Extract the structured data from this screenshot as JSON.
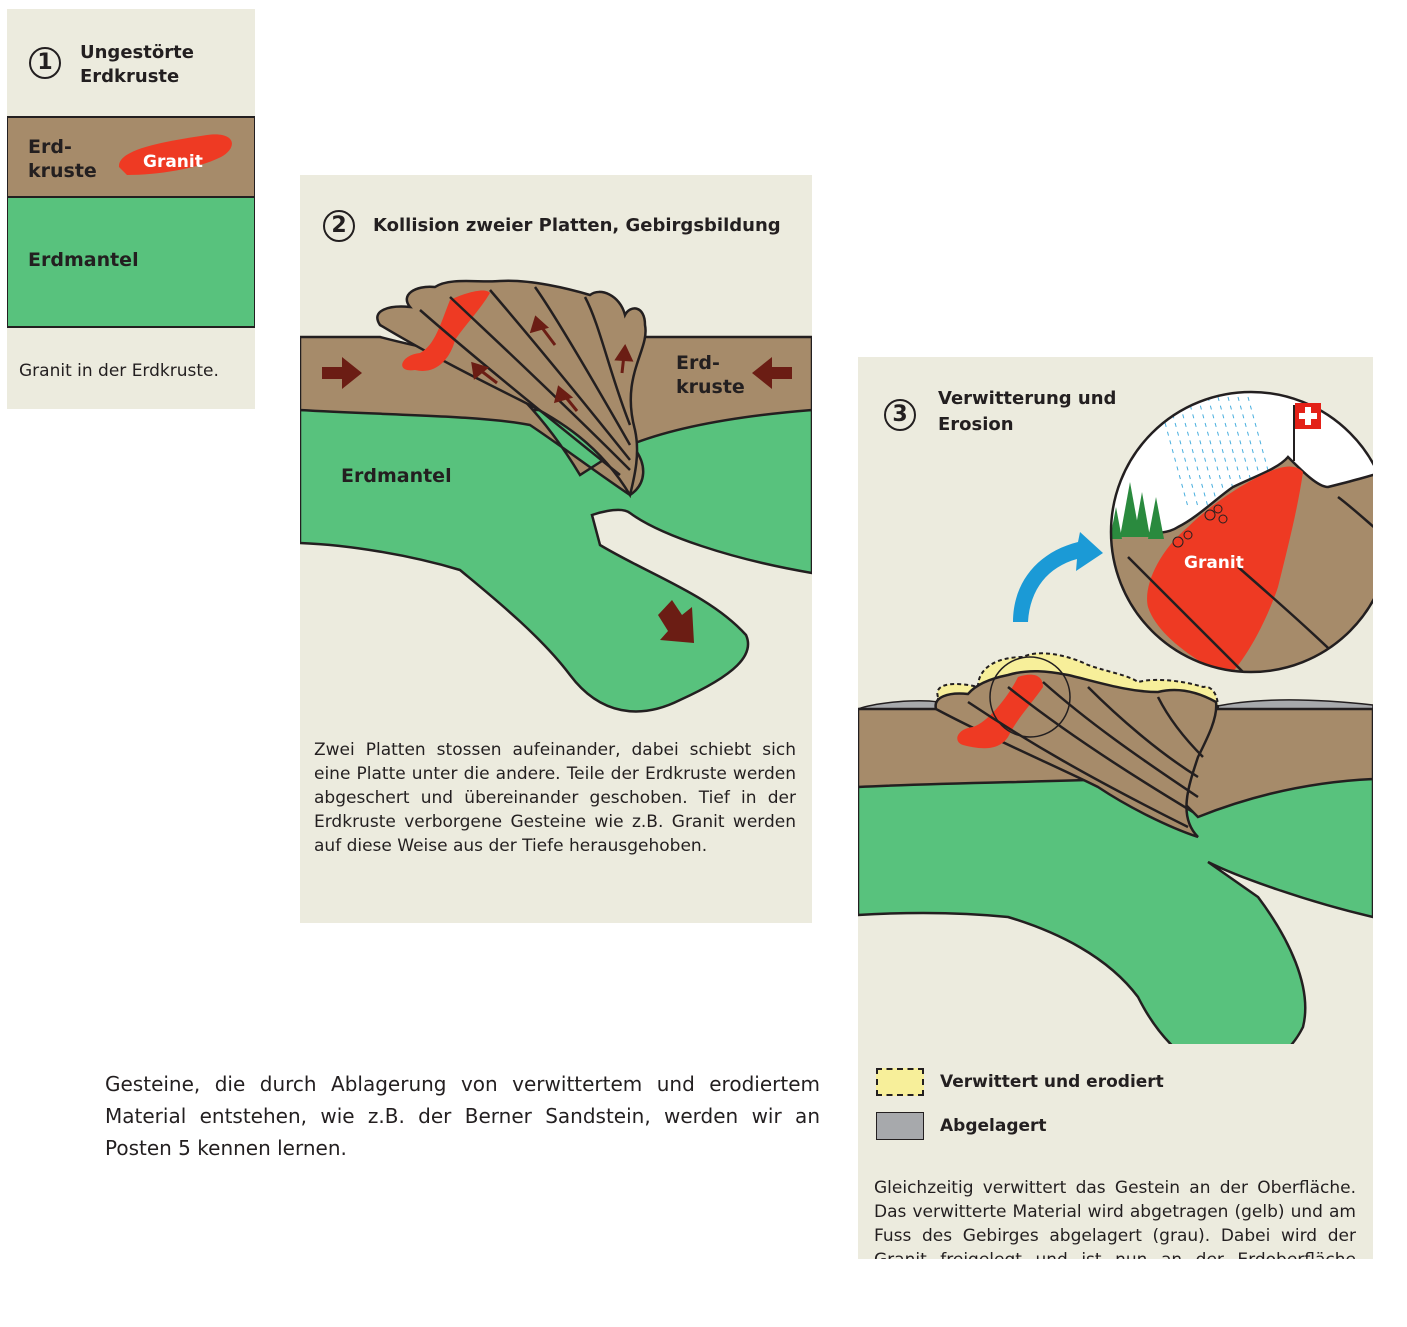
{
  "panel1": {
    "number": "1",
    "title_line1": "Ungestörte",
    "title_line2": "Erdkruste",
    "crust_label_line1": "Erd-",
    "crust_label_line2": "kruste",
    "granite_label": "Granit",
    "mantle_label": "Erdmantel",
    "caption": "Granit in der Erdkruste."
  },
  "panel2": {
    "number": "2",
    "title": "Kollision zweier Platten, Gebirgsbildung",
    "crust_label_line1": "Erd-",
    "crust_label_line2": "kruste",
    "mantle_label": "Erdmantel",
    "caption": "Zwei Platten stossen aufeinander, dabei schiebt sich eine Platte unter die andere. Teile der Erdkruste werden abgeschert und übereinander geschoben. Tief in der Erdkruste verborgene Gesteine wie z.B. Granit werden auf diese Weise aus der Tiefe herausgehoben."
  },
  "panel3": {
    "number": "3",
    "title_line1": "Verwitterung und",
    "title_line2": "Erosion",
    "granite_label": "Granit",
    "legend": [
      {
        "label": "Verwittert und erodiert",
        "color": "#f7ef9a"
      },
      {
        "label": "Abgelagert",
        "color": "#a7a9ac"
      }
    ],
    "caption": "Gleichzeitig verwittert das Gestein an der Oberfläche. Das verwitterte Material wird abgetragen (gelb) und am Fuss des Gebirges abgelagert (grau). Dabei wird der Granit freigelegt und ist nun an der Erdoberfläche sichtbar."
  },
  "footer_text": "Gesteine, die durch Ablagerung von verwittertem und erodiertem Material entstehen, wie z.B. der Berner Sandstein, werden wir an Posten 5 kennen lernen.",
  "colors": {
    "background": "#ecebde",
    "crust": "#a68b6a",
    "mantle": "#58c27d",
    "granite": "#ee3a23",
    "arrow": "#6b1d14",
    "eroded": "#f7ef9a",
    "deposited": "#a7a9ac",
    "blue_arrow": "#1b9ad6",
    "forest": "#2a8a3e"
  }
}
